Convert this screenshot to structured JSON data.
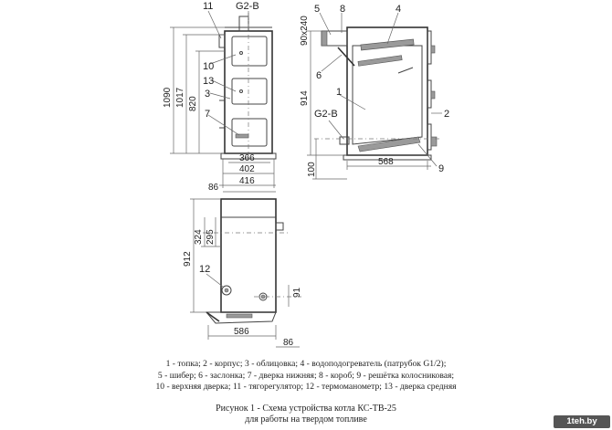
{
  "top_labels": {
    "front_11": "11",
    "front_g2b": "G2-B",
    "front_10": "10",
    "front_13": "13",
    "front_3": "3",
    "front_7": "7",
    "side_5": "5",
    "side_8": "8",
    "side_4": "4",
    "side_6": "6",
    "side_1": "1",
    "side_g2b": "G2-B",
    "side_2": "2",
    "side_9": "9"
  },
  "dims": {
    "d1090": "1090",
    "d1017": "1017",
    "d820": "820",
    "d366": "366",
    "d402": "402",
    "d416": "416",
    "d90x240": "90x240",
    "d914": "914",
    "d100": "100",
    "d568": "568",
    "d86top": "86",
    "d324": "324",
    "d295": "295",
    "d912": "912",
    "d12": "12",
    "d91": "91",
    "d586": "586",
    "d86bot": "86"
  },
  "legend": [
    "1 - топка; 2 - корпус; 3 - облицовка; 4 - водоподогреватель (патрубок G1/2);",
    "5 - шибер; 6 - заслонка; 7 - дверка нижняя; 8 - короб; 9 - решётка колосниковая;",
    "10 - верхняя дверка; 11 - тягорегулятор; 12 - термоманометр; 13 - дверка средняя"
  ],
  "caption": [
    "Рисунок 1 - Схема устройства котла КС-ТВ-25",
    "для работы на твердом топливе"
  ],
  "watermark": "1teh.by"
}
